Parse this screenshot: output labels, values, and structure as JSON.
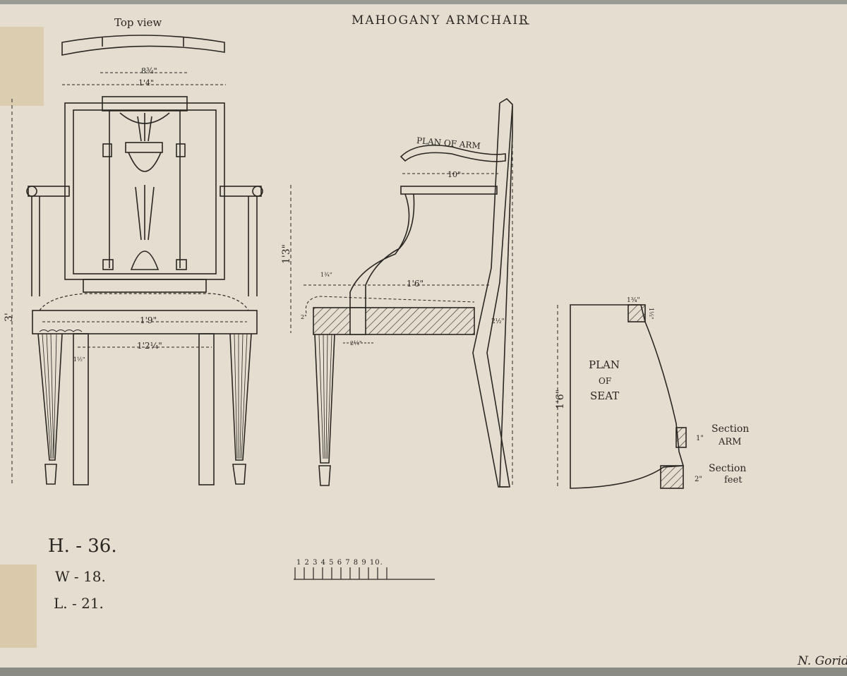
{
  "title": "MAHOGANY ARMCHAIR",
  "front_view": {
    "top_view_label": "Top view",
    "dim_back_inner": "8¾\"",
    "dim_back_outer": "1'4\"",
    "dim_height": "3'",
    "dim_seat_front": "1'9\"",
    "dim_leg_span": "1'2¼\"",
    "dim_leg": "1½\""
  },
  "side_view": {
    "plan_of_arm_label": "PLAN OF ARM",
    "dim_arm": "10\"",
    "dim_arm_height": "1'3\"",
    "dim_seat_depth": "1'6\"",
    "dim_overhang": "1¾\"",
    "dim_rail": "2\"",
    "dim_leg": "2¼\"",
    "dim_back_rail": "2½\""
  },
  "seat_plan": {
    "label_line1": "PLAN",
    "label_line2": "OF",
    "label_line3": "SEAT",
    "dim_depth": "1'6\"",
    "dim_corner_w": "1¾\"",
    "dim_corner_h": "1½\"",
    "section_arm_label_1": "Section",
    "section_arm_label_2": "ARM",
    "section_arm_dim": "1\"",
    "section_feet_label_1": "Section",
    "section_feet_label_2": "feet",
    "section_feet_dim": "2\""
  },
  "dimensions_summary": {
    "height": "H. - 36.",
    "width": "W - 18.",
    "length": "L. - 21."
  },
  "scale": {
    "labels": "1 2 3 4 5 6 7 8 9 10."
  },
  "signature": "N. Gorid."
}
